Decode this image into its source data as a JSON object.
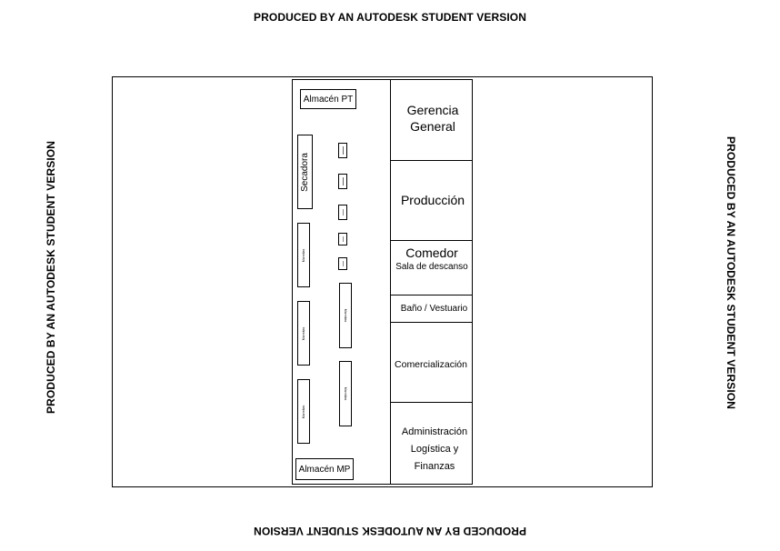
{
  "watermark": "PRODUCED BY AN AUTODESK STUDENT VERSION",
  "plan": {
    "almacen_pt": "Almacén PT",
    "almacen_mp": "Almacén MP",
    "secadora": "Secadora",
    "manifold_label": "Marmitas",
    "rooms": {
      "gerencia_1": "Gerencia",
      "gerencia_2": "General",
      "produccion": "Producción",
      "comedor": "Comedor",
      "sala": "Sala de descanso",
      "bano": "Baño / Vestuario",
      "comercializacion": "Comercialización",
      "admin_1": "Administración",
      "admin_2": "Logística y",
      "admin_3": "Finanzas"
    }
  }
}
